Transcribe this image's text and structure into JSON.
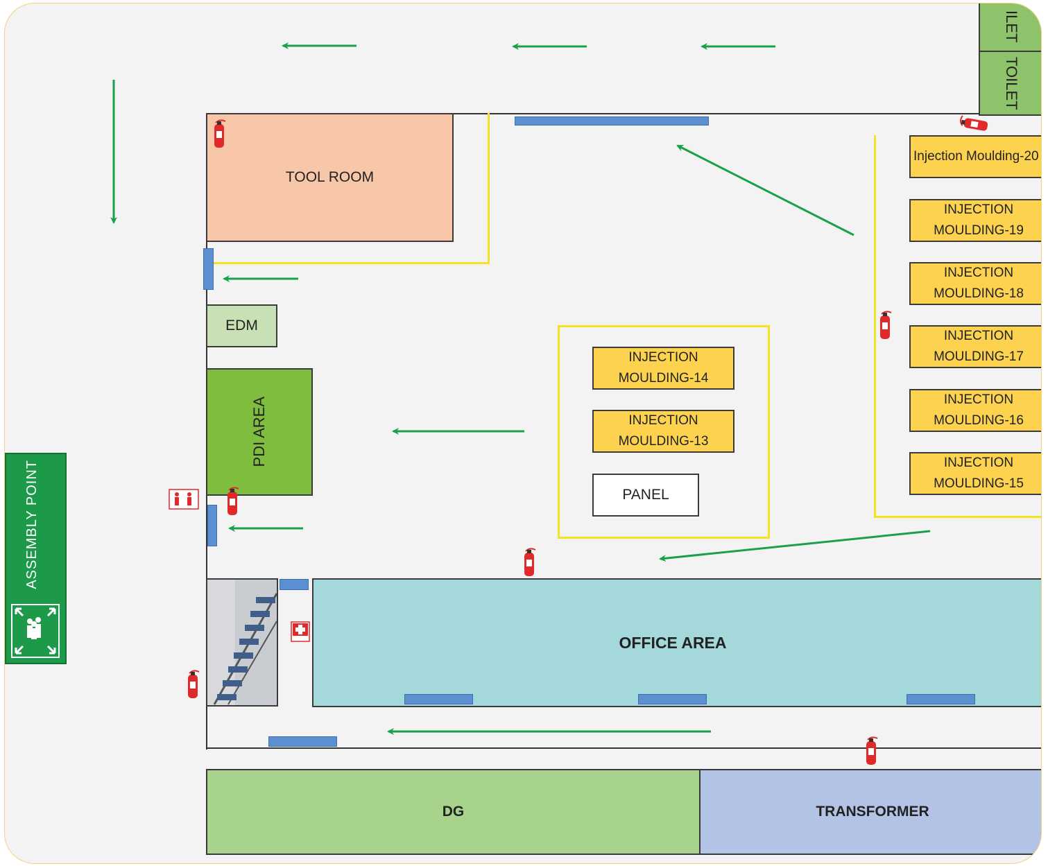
{
  "rooms": {
    "tool_room": "TOOL ROOM",
    "edm": "EDM",
    "pdi_area": "PDI AREA",
    "office_area": "OFFICE AREA",
    "dg": "DG",
    "transformer": "TRANSFORMER",
    "panel": "PANEL",
    "toilet_1": "ILET",
    "toilet_2": "TOILET"
  },
  "machines": {
    "im20": "Injection Moulding-20",
    "im19": [
      "INJECTION",
      "MOULDING-19"
    ],
    "im18": [
      "INJECTION",
      "MOULDING-18"
    ],
    "im17": [
      "INJECTION",
      "MOULDING-17"
    ],
    "im16": [
      "INJECTION",
      "MOULDING-16"
    ],
    "im15": [
      "INJECTION",
      "MOULDING-15"
    ],
    "im14": [
      "INJECTION",
      "MOULDING-14"
    ],
    "im13": [
      "INJECTION",
      "MOULDING-13"
    ]
  },
  "assembly_point": "ASSEMBLY POINT",
  "colors": {
    "arrow": "#1aa04a",
    "tool_room": "#f8c6a8",
    "edm": "#c7e0b4",
    "pdi": "#7fbd3f",
    "office": "#a5d8da",
    "dg": "#a8d38d",
    "transformer": "#b3c3e6",
    "machine": "#fdd24e",
    "door": "#5b8fd0",
    "assembly": "#1d9a49",
    "extinguisher": "#e02a2a"
  },
  "icons": [
    "fire-extinguisher-icon",
    "first-aid-icon",
    "assembly-point-icon",
    "staircase-icon",
    "exit-route-arrow-icon"
  ]
}
